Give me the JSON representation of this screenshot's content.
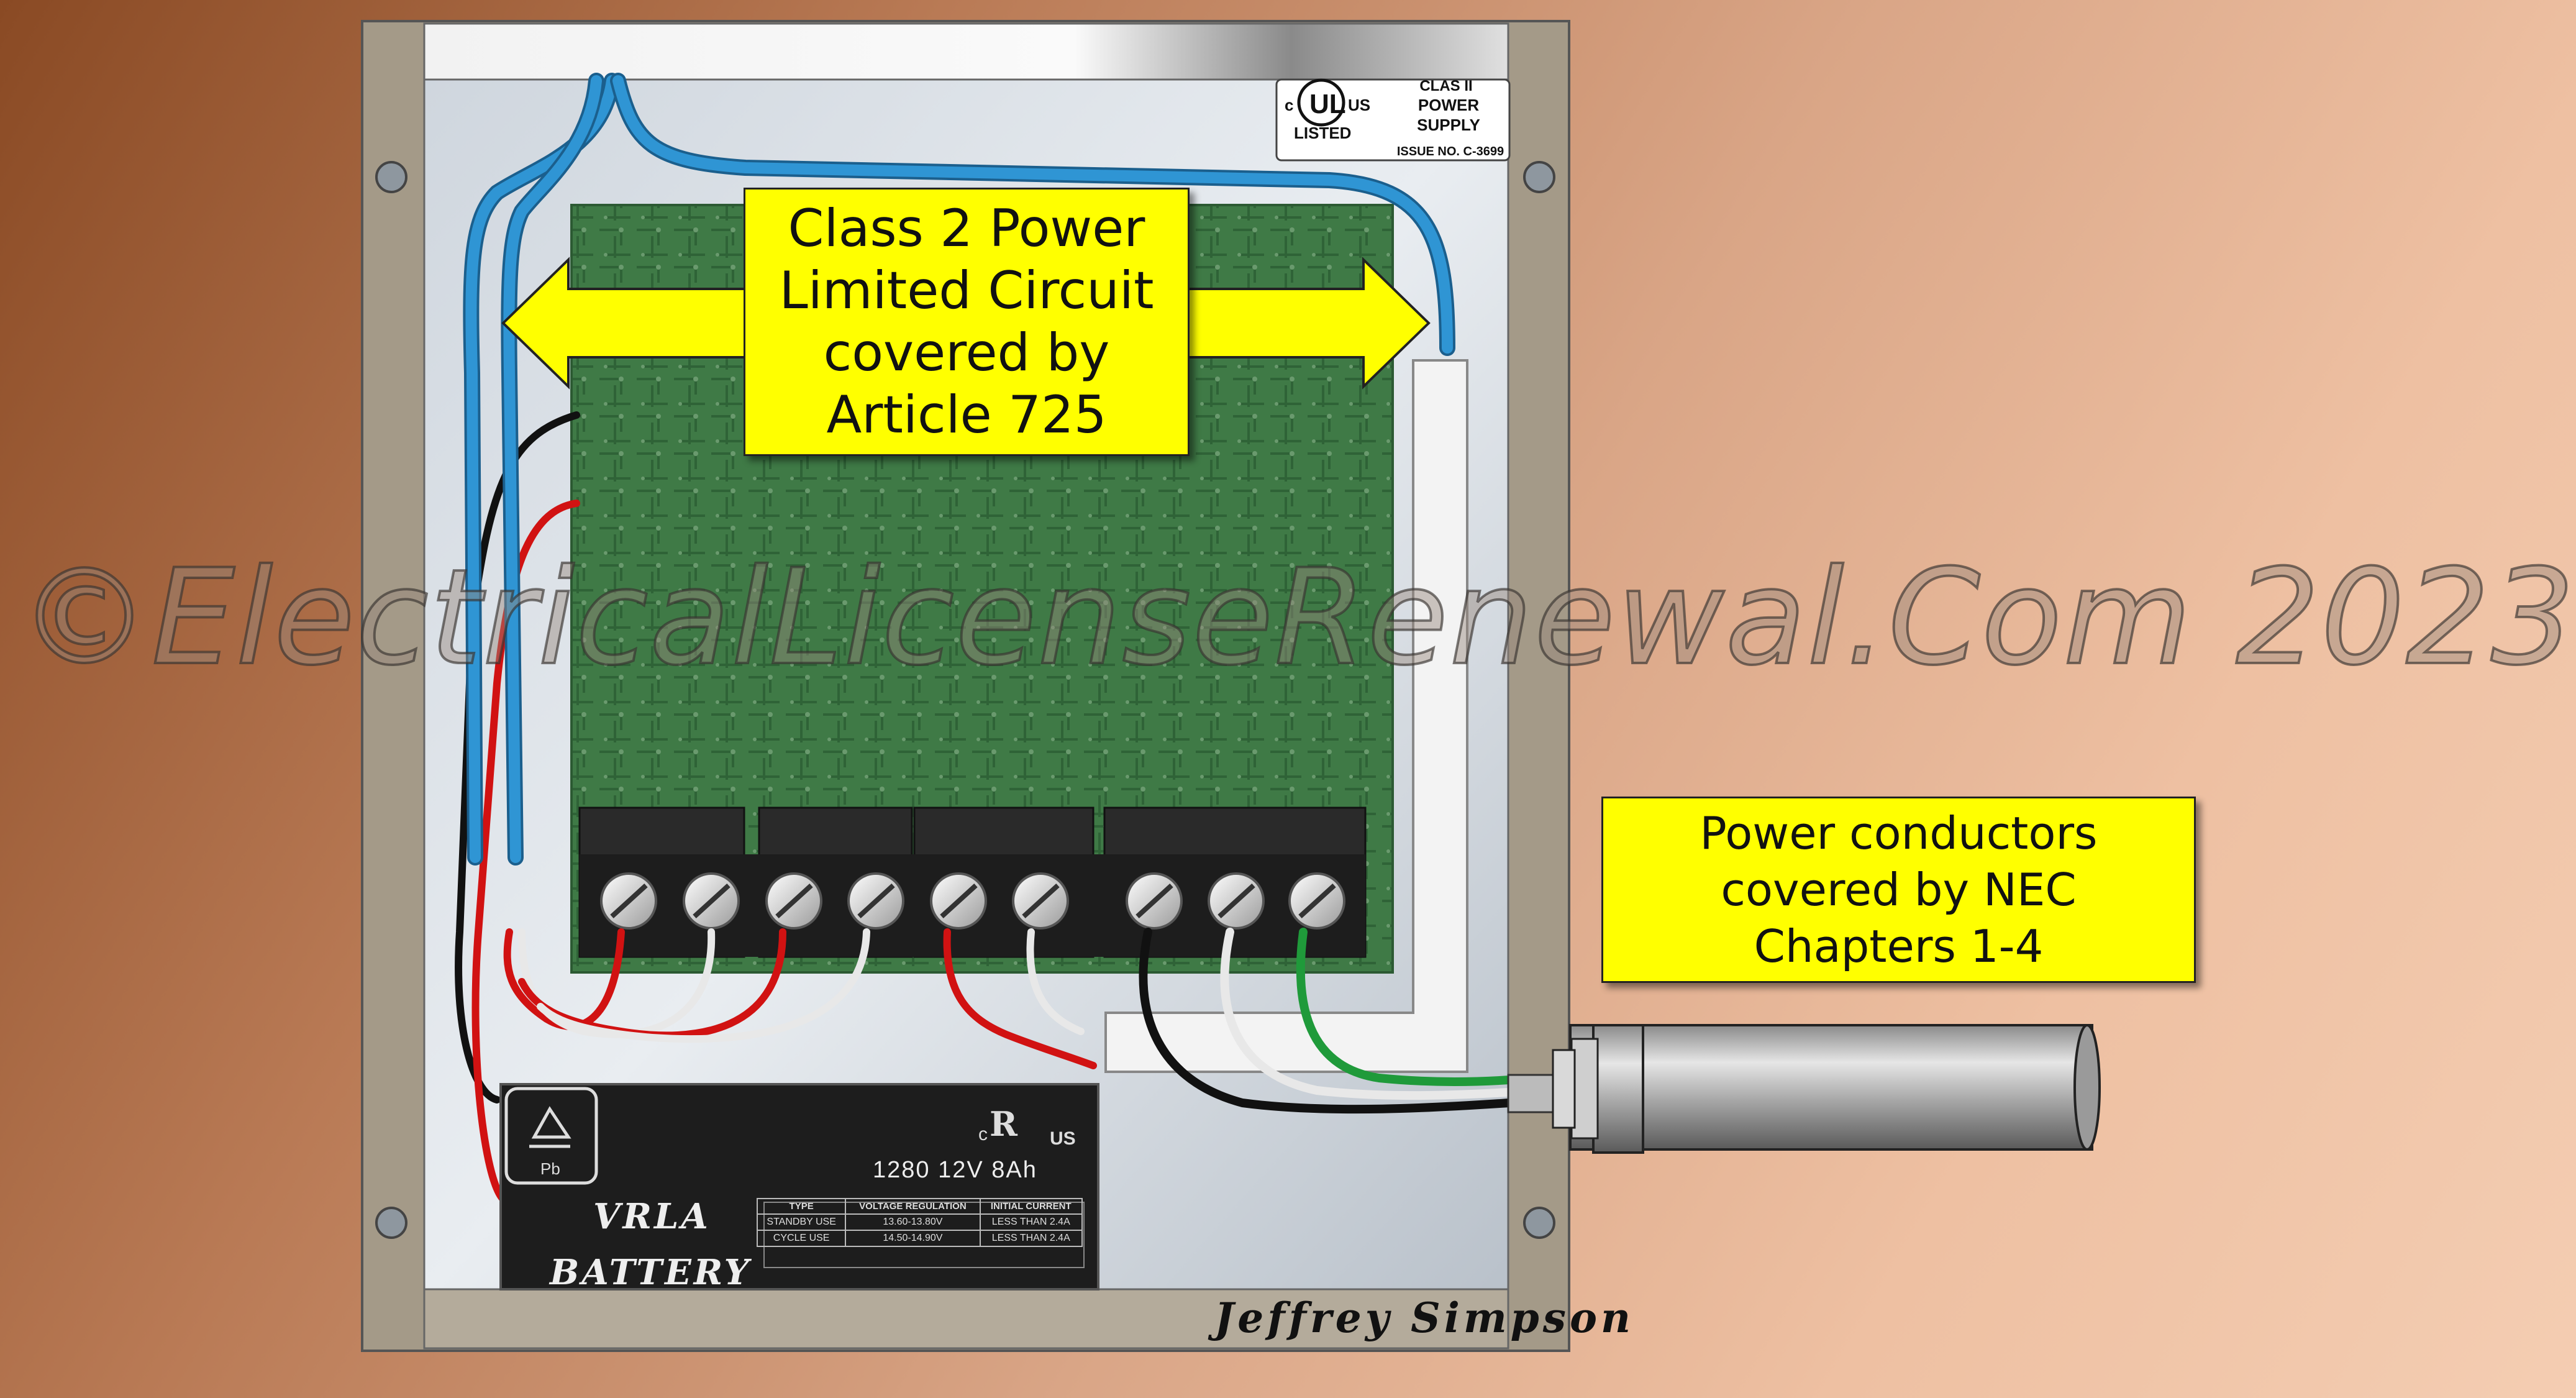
{
  "callouts": {
    "class2": "Class 2 Power\nLimited Circuit\ncovered by\nArticle 725",
    "power": "Power conductors\ncovered by NEC\nChapters 1-4"
  },
  "ul_label": {
    "c": "c",
    "ul": "UL",
    "us": "US",
    "listed": "LISTED",
    "line1": "CLAS II",
    "line2": "POWER",
    "line3": "SUPPLY",
    "issue": "ISSUE NO. C-3699"
  },
  "battery": {
    "pb": "Pb",
    "cert_c": "c",
    "cert_us": "US",
    "spec": "1280  12V  8Ah",
    "vrla": "VRLA",
    "battery": "BATTERY",
    "table": {
      "headers": [
        "TYPE",
        "VOLTAGE REGULATION",
        "INITIAL CURRENT"
      ],
      "rows": [
        [
          "STANDBY USE",
          "13.60-13.80V",
          "LESS THAN 2.4A"
        ],
        [
          "CYCLE USE",
          "14.50-14.90V",
          "LESS THAN 2.4A"
        ]
      ]
    }
  },
  "watermark": "©ElectricalLicenseRenewal.Com 2023",
  "signature": "Jeffrey Simpson",
  "colors": {
    "callout": "#ffff00",
    "wire_blue": "#2f95d4",
    "wire_red": "#d11212",
    "wire_black": "#111111",
    "wire_white": "#e8e8e8",
    "wire_green": "#1f9a3a",
    "pcb": "#3f7a46"
  }
}
